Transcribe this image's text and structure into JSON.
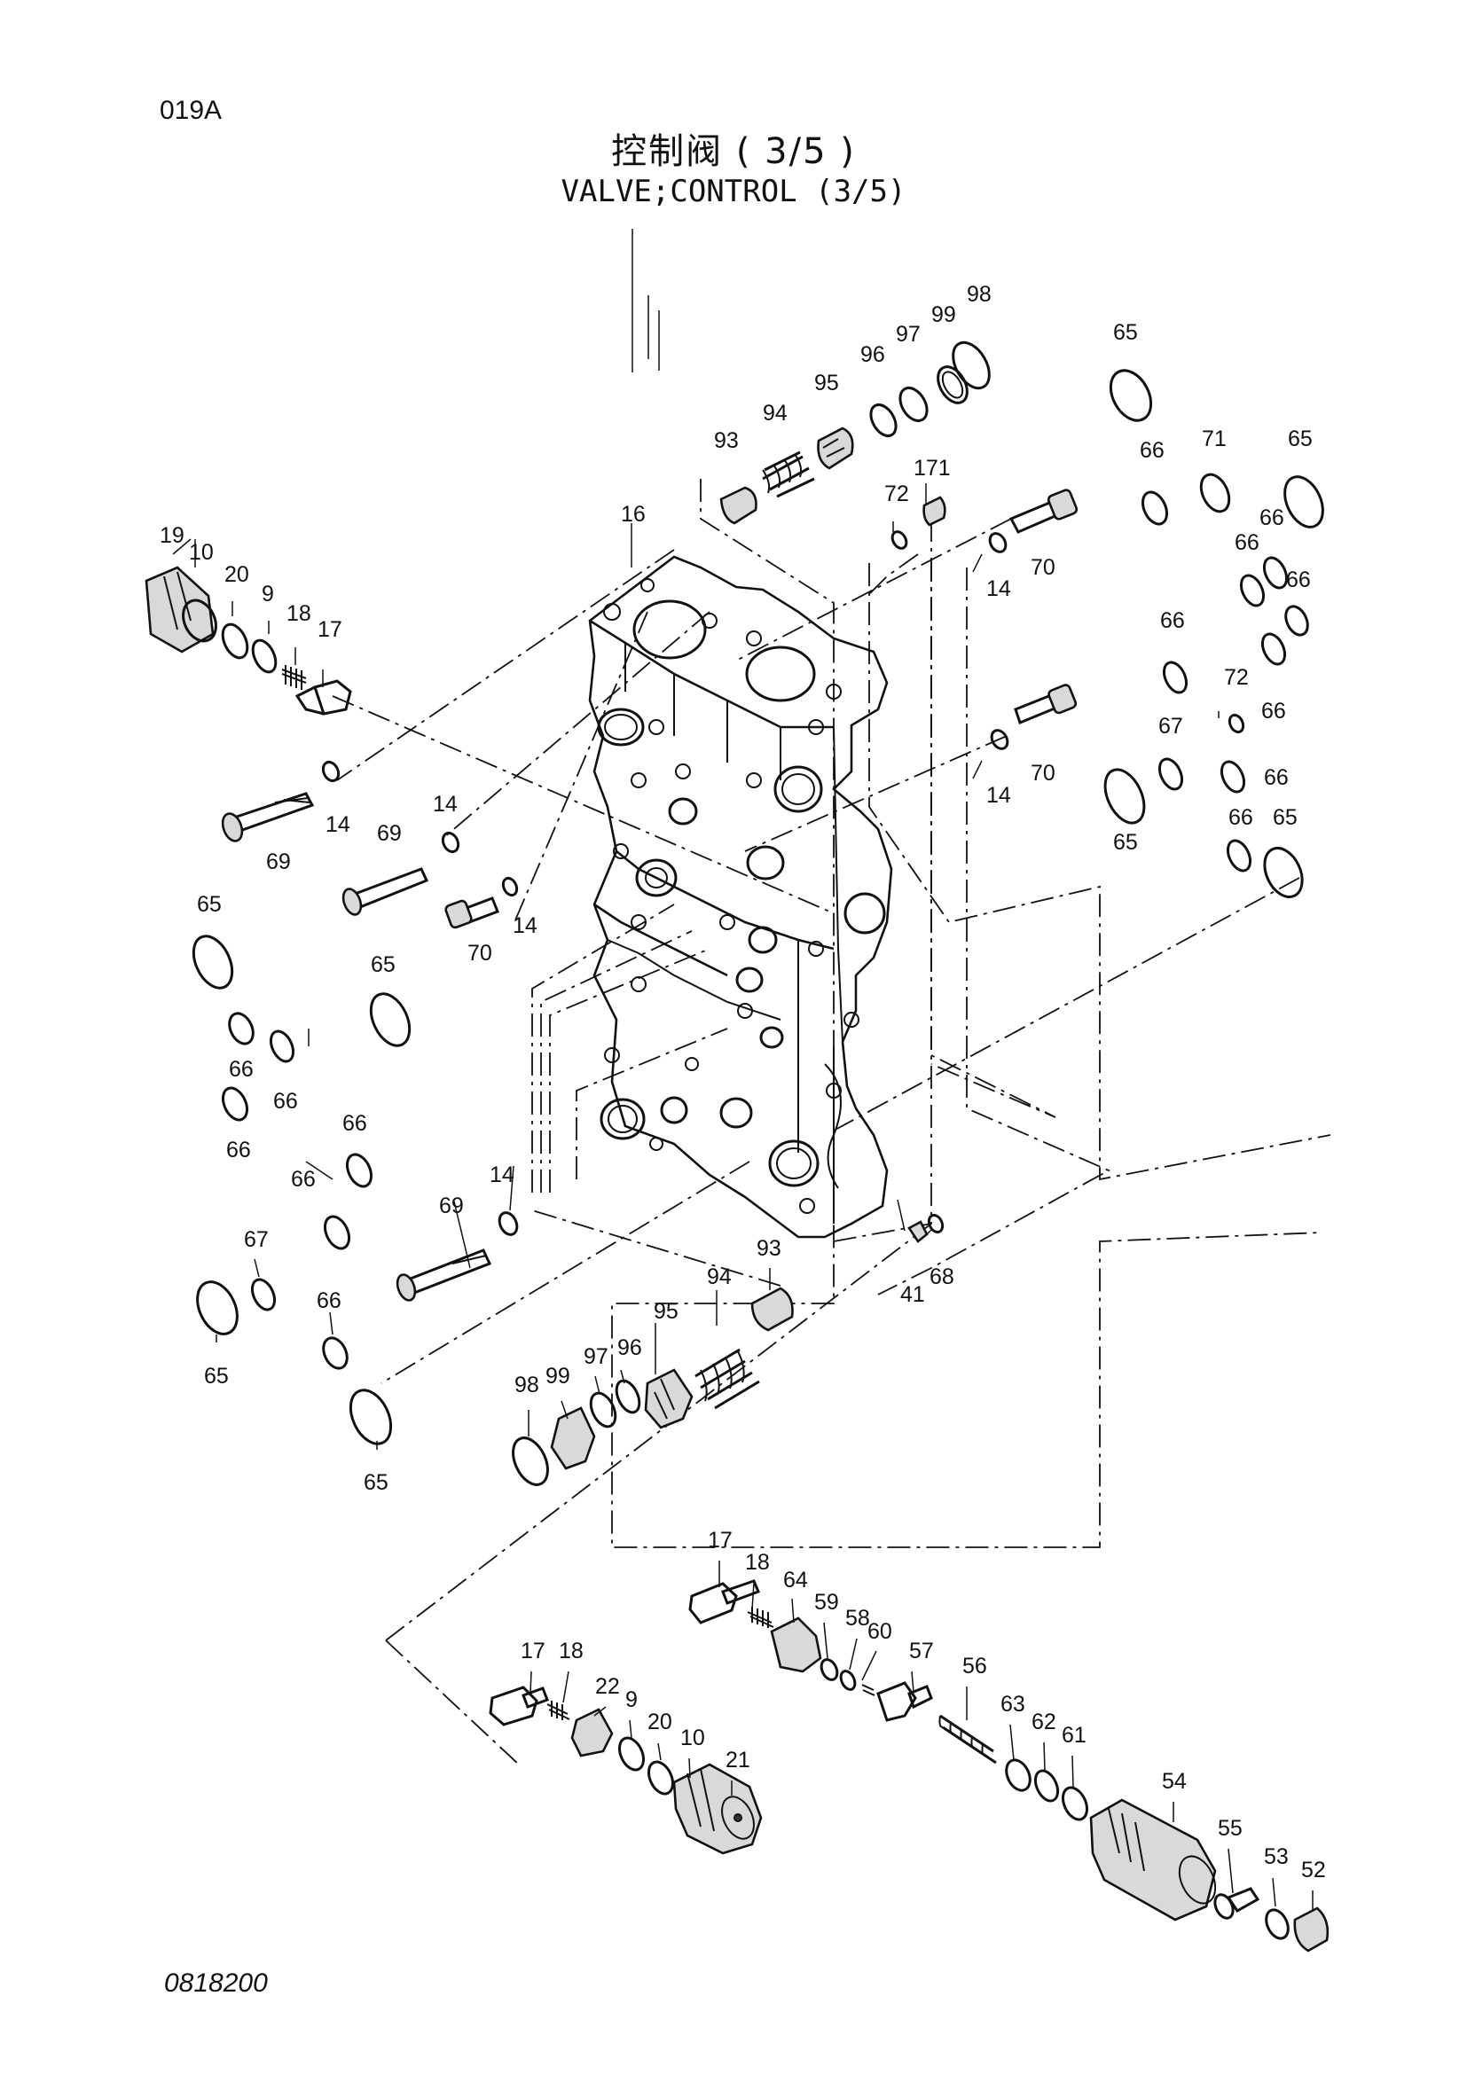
{
  "page_code": "019A",
  "title_cn": "控制阀 ( 3/5 )",
  "title_en": "VALVE;CONTROL (3/5)",
  "drawing_number": "0818200",
  "callouts": [
    "98",
    "99",
    "97",
    "96",
    "95",
    "94",
    "93",
    "171",
    "72",
    "70",
    "14",
    "16",
    "19",
    "10",
    "20",
    "9",
    "18",
    "17",
    "65",
    "66",
    "71",
    "65",
    "66",
    "66",
    "66",
    "66",
    "72",
    "66",
    "67",
    "66",
    "65",
    "66",
    "65",
    "69",
    "14",
    "69",
    "14",
    "70",
    "14",
    "14",
    "70",
    "65",
    "65",
    "66",
    "66",
    "66",
    "66",
    "66",
    "67",
    "65",
    "66",
    "65",
    "14",
    "69",
    "41",
    "68",
    "94",
    "93",
    "95",
    "96",
    "97",
    "99",
    "98",
    "17",
    "18",
    "64",
    "59",
    "58",
    "60",
    "57",
    "56",
    "63",
    "62",
    "61",
    "54",
    "55",
    "53",
    "52",
    "17",
    "18",
    "22",
    "9",
    "20",
    "10",
    "21"
  ]
}
